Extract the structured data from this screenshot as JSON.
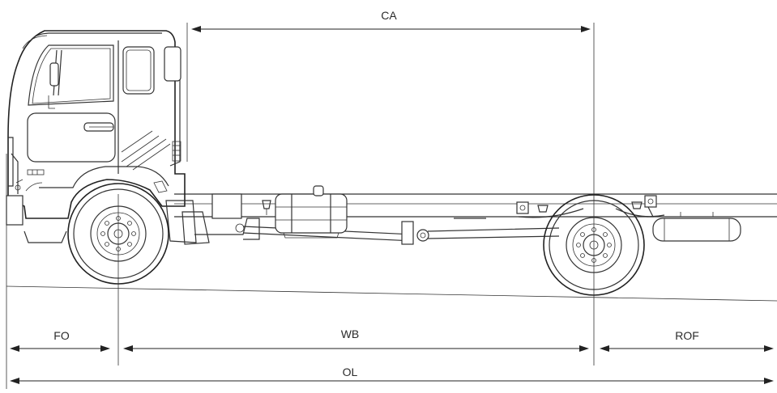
{
  "dimensions": {
    "ca": "CA",
    "fo": "FO",
    "wb": "WB",
    "rof": "ROF",
    "ol": "OL"
  },
  "colors": {
    "line": "#333333",
    "background": "#ffffff"
  }
}
